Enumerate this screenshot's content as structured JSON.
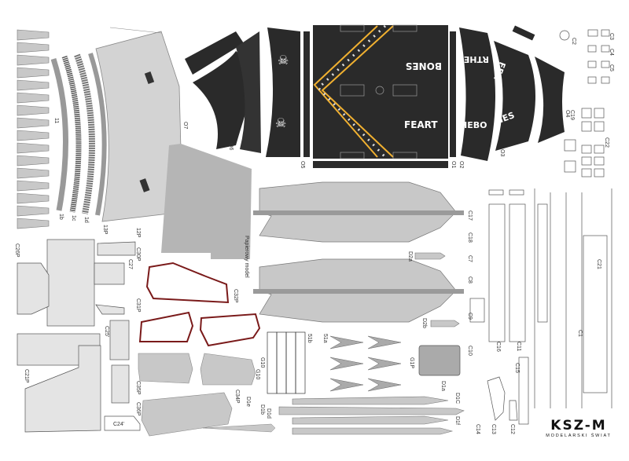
{
  "sheet": {
    "panel_text": {
      "top_right": "BONES",
      "top_mid": "RTHE",
      "top_far": "FEA",
      "bottom_left": "FEART",
      "bottom_mid": "HEBO",
      "bottom_far": "NES"
    },
    "labels": {
      "c24": "C24'",
      "c25": "C25'",
      "c26": "C26P",
      "c21": "C21P",
      "c27": "C27",
      "c30": "C30P",
      "c31": "C31P",
      "c32": "C32P",
      "c34": "C34P",
      "c35": "C35P",
      "c36": "C36P",
      "g10": "G10",
      "g10b": "G10",
      "g1p": "G1P",
      "s1a": "51a",
      "s1b": "51b",
      "d1a": "D1a",
      "d1b": "D1b",
      "d1c": "D1C",
      "d1d": "D1d",
      "d1e": "D1e",
      "d1f": "D1f",
      "d2a": "D2a",
      "d2b": "D2b",
      "c7": "C7",
      "c8": "C8",
      "c9": "C9",
      "c10": "C10",
      "c11": "C11",
      "c12": "C12",
      "c13": "C13",
      "c14": "C14",
      "c15": "C15",
      "c16": "C16",
      "c17": "C17",
      "c18": "C18",
      "c19": "C19",
      "c1": "C1",
      "c2": "C2",
      "c3": "C3",
      "c4": "C4",
      "c5": "C5",
      "c21b": "C21",
      "c22": "C22",
      "o1": "O1",
      "o2": "O2",
      "o3": "O3",
      "o4": "O4",
      "o5": "O5",
      "o6": "O6",
      "o7": "O7",
      "s1": "11",
      "s2": "1b",
      "s3": "1c",
      "s4": "1d",
      "s5": "13P",
      "s6": "12P",
      "print_note": "Papierowy model"
    },
    "logo": {
      "title": "KSZ-M",
      "subtitle": "MODELARSKI ŚWIAT"
    },
    "colors": {
      "panel": "#2a2a2a",
      "part_gray": "#c8c8c8",
      "light_gray": "#e4e4e4",
      "accent_yellow": "#f0b030",
      "outline_red": "#7a1a1a"
    }
  }
}
